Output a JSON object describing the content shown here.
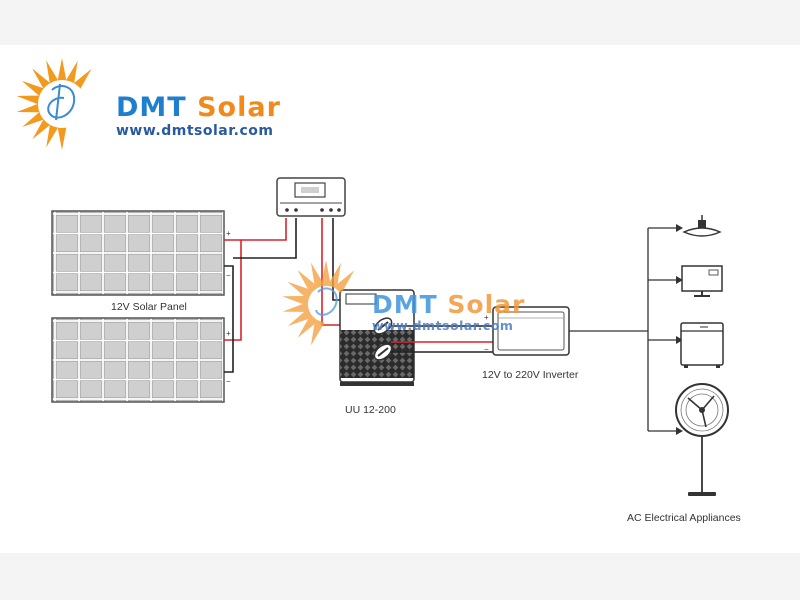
{
  "brand": {
    "name_part1": "DMT",
    "name_part2": "Solar",
    "url": "www.dmtsolar.com",
    "colors": {
      "blue": "#1f7fcf",
      "orange": "#f08a1c"
    }
  },
  "watermark": {
    "name_part1": "DMT",
    "name_part2": "Solar",
    "url": "www.dmtsolar.com"
  },
  "labels": {
    "solar_panel": "12V Solar  Panel",
    "battery": "UU 12-200",
    "inverter": "12V to 220V Inverter",
    "appliances": "AC Electrical Appliances"
  },
  "terminals": {
    "plus": "+",
    "minus": "−"
  },
  "colors": {
    "wire_red": "#d9232d",
    "wire_black": "#222222",
    "line": "#333333"
  }
}
